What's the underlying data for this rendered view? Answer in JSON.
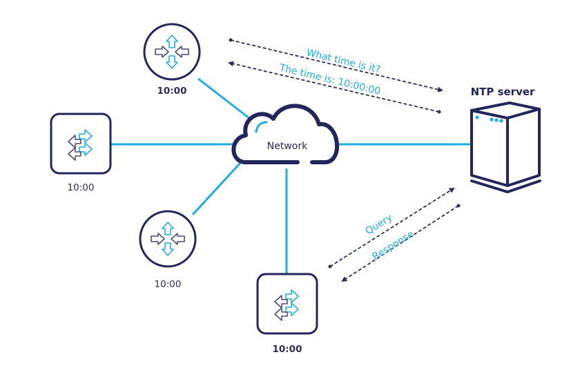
{
  "colors": {
    "outline": "#23265a",
    "accent": "#1eaee3",
    "text": "#2c2f55"
  },
  "cloud": {
    "label": "Network",
    "icon": "cloud-icon"
  },
  "server": {
    "label": "NTP server",
    "icon": "server-icon"
  },
  "devices": [
    {
      "id": "router-top",
      "type": "router",
      "icon": "router-icon",
      "time": "10:00"
    },
    {
      "id": "switch-left",
      "type": "switch",
      "icon": "switch-icon",
      "time": "10:00"
    },
    {
      "id": "router-bottom",
      "type": "router",
      "icon": "router-icon",
      "time": "10:00"
    },
    {
      "id": "switch-bottom",
      "type": "switch",
      "icon": "switch-icon",
      "time": "10:00"
    }
  ],
  "messages": {
    "top_request": "What time is it?",
    "top_reply": "The time is: 10:00:00",
    "bottom_request": "Query",
    "bottom_reply": "Response"
  }
}
